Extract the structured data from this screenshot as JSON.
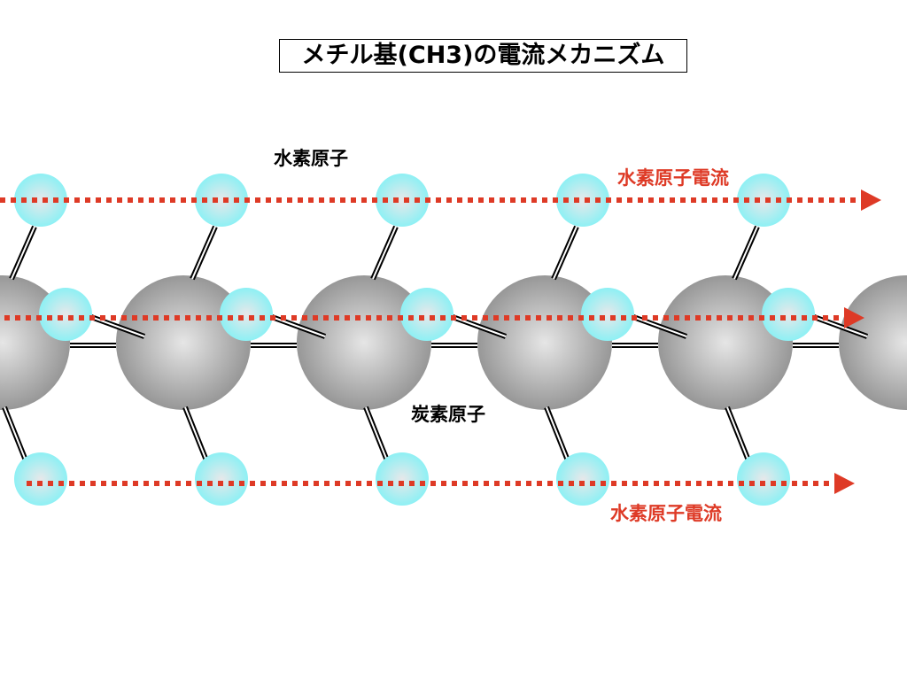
{
  "title": "メチル基(CH3)の電流メカニズム",
  "labels": {
    "hydrogen_atom": "水素原子",
    "carbon_atom": "炭素原子",
    "hydrogen_current_top": "水素原子電流",
    "hydrogen_current_bottom": "水素原子電流"
  },
  "colors": {
    "current": "#de3a26",
    "hydrogen": "#8eeff2",
    "carbon": "#9a9a9a",
    "text": "#000000"
  },
  "molecule": {
    "carbon_count": 6,
    "hydrogens_per_carbon_upper": 1,
    "hydrogens_per_carbon_middle": 1,
    "hydrogens_per_carbon_lower": 1
  }
}
